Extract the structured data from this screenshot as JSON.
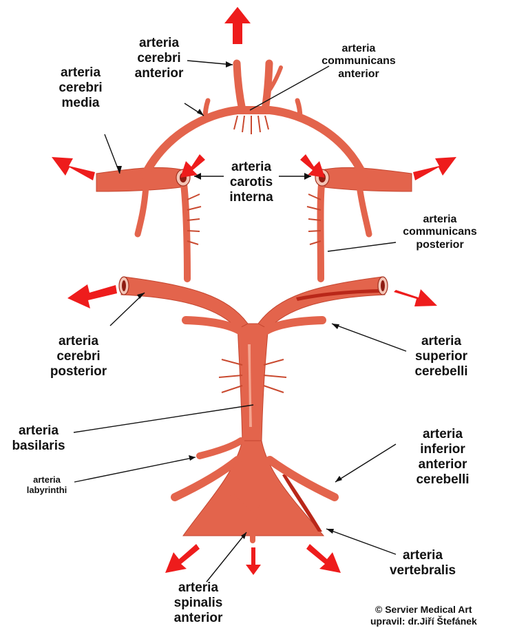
{
  "labels": {
    "cerebri_anterior": "arteria\ncerebri\nanterior",
    "communicans_anterior": "arteria\ncommunicans\nanterior",
    "cerebri_media": "arteria\ncerebri\nmedia",
    "carotis_interna": "arteria\ncarotis\ninterna",
    "communicans_posterior": "arteria\ncommunicans\nposterior",
    "cerebri_posterior": "arteria\ncerebri\nposterior",
    "superior_cerebelli": "arteria\nsuperior\ncerebelli",
    "basilaris": "arteria\nbasilaris",
    "labyrinthi": "arteria\nlabyrinthi",
    "inferior_anterior_cerebelli": "arteria\ninferior\nanterior\ncerebelli",
    "vertebralis": "arteria\nvertebralis",
    "spinalis_anterior": "arteria\nspinalis\nanterior"
  },
  "credit": {
    "line1": "© Servier Medical Art",
    "line2": "upravil: dr.Jiří Štefánek"
  },
  "colors": {
    "artery": "#e3644c",
    "artery_edge": "#c4452f",
    "flow_arrow": "#ee1c1c"
  },
  "icons": [
    "flow-arrow"
  ]
}
